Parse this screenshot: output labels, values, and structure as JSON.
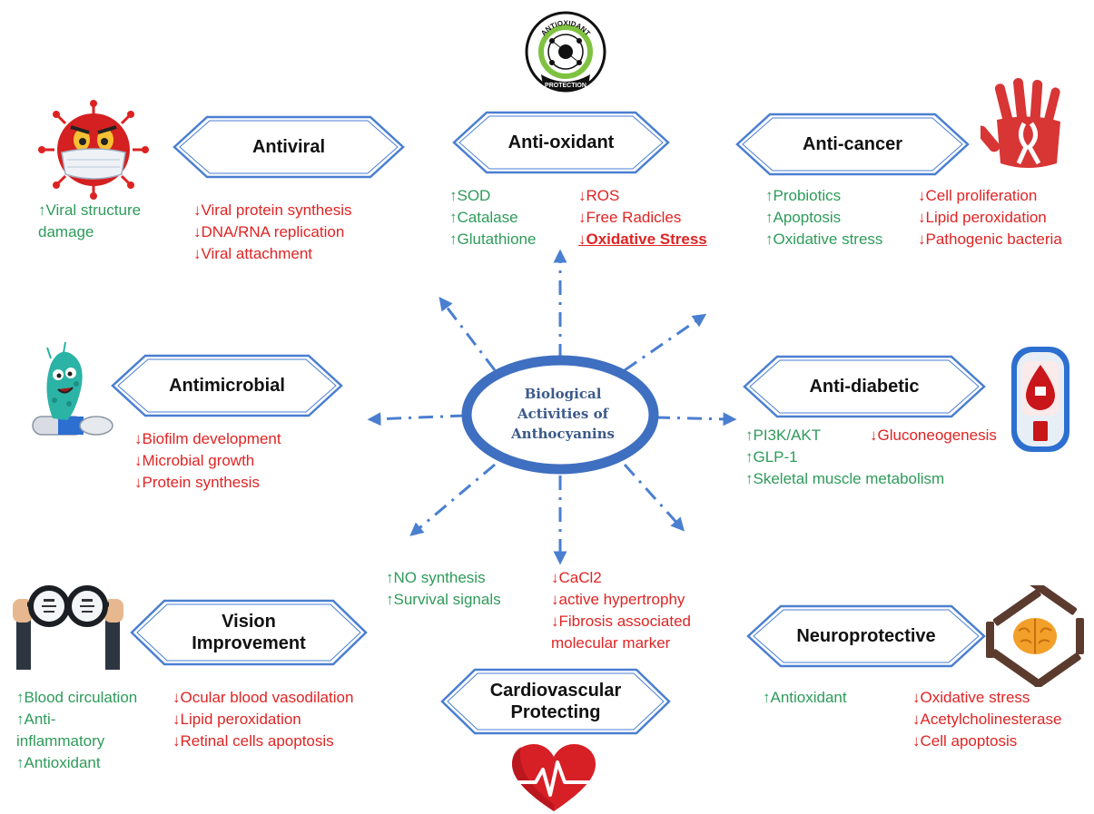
{
  "center": {
    "line1": "Biological",
    "line2": "Activities of",
    "line3": "Anthocyanins"
  },
  "badge": {
    "top_text": "ANTIOXIDANT",
    "bottom_text": "PROTECTION"
  },
  "colors": {
    "increase": "#2e9b5a",
    "decrease": "#e02424",
    "hexagon_border": "#4a7fd0",
    "arrow": "#4a7fd0"
  },
  "hexagons": {
    "antiviral": "Antiviral",
    "antioxidant": "Anti-oxidant",
    "anticancer": "Anti-cancer",
    "antimicrobial": "Antimicrobial",
    "antidiabetic": "Anti-diabetic",
    "vision_line1": "Vision",
    "vision_line2": "Improvement",
    "cardio_line1": "Cardiovascular",
    "cardio_line2": "Protecting",
    "neuro": "Neuroprotective"
  },
  "antiviral": {
    "up": [
      "↑Viral structure",
      "damage"
    ],
    "down": [
      "↓Viral protein synthesis",
      "↓DNA/RNA replication",
      "↓Viral attachment"
    ]
  },
  "antioxidant": {
    "up": [
      "↑SOD",
      "↑Catalase",
      "↑Glutathione"
    ],
    "down": [
      "↓ROS",
      "↓Free Radicles",
      "↓Oxidative Stress"
    ]
  },
  "anticancer": {
    "up": [
      "↑Probiotics",
      "↑Apoptosis",
      "↑Oxidative stress"
    ],
    "down": [
      "↓Cell proliferation",
      "↓Lipid peroxidation",
      "↓Pathogenic bacteria"
    ]
  },
  "antimicrobial": {
    "down": [
      "↓Biofilm development",
      "↓Microbial growth",
      "↓Protein synthesis"
    ]
  },
  "antidiabetic": {
    "up": [
      "↑PI3K/AKT",
      "↑GLP-1",
      "↑Skeletal muscle metabolism"
    ],
    "down": [
      "↓Gluconeogenesis"
    ]
  },
  "cardio": {
    "up": [
      "↑NO synthesis",
      "↑Survival signals"
    ],
    "down": [
      "↓CaCl2",
      "↓active hypertrophy",
      "↓Fibrosis associated",
      "molecular marker"
    ]
  },
  "vision": {
    "up": [
      "↑Blood circulation",
      "↑Anti-",
      "inflammatory",
      "↑Antioxidant"
    ],
    "down": [
      "↓Ocular blood vasodilation",
      "↓Lipid peroxidation",
      "↓Retinal cells apoptosis"
    ]
  },
  "neuro": {
    "up": [
      "↑Antioxidant"
    ],
    "down": [
      "↓Oxidative stress",
      "↓Acetylcholinesterase",
      "↓Cell apoptosis"
    ]
  }
}
